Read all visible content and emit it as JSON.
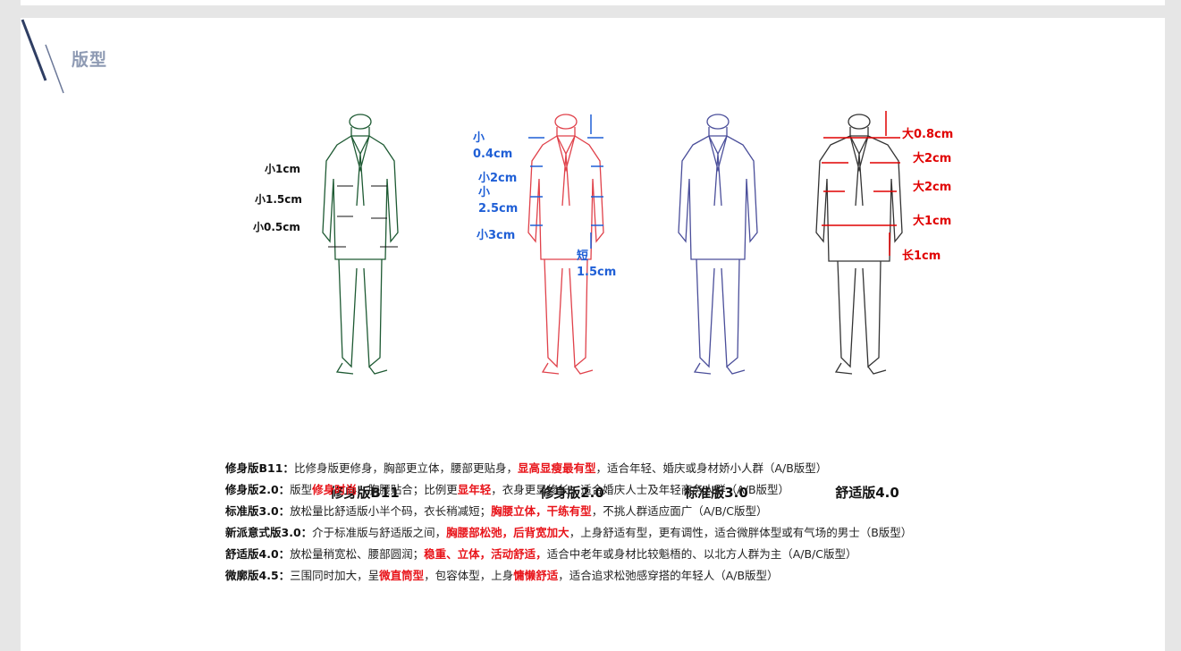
{
  "section": {
    "title": "版型"
  },
  "figures": [
    {
      "caption": "修身版B11",
      "color": "#1e5a33",
      "annotations": [
        "小1cm",
        "小1.5cm",
        "小0.5cm"
      ]
    },
    {
      "caption": "修身版2.0",
      "color": "#e0414a",
      "annotations": [
        "小",
        "0.4cm",
        "小2cm",
        "小",
        "2.5cm",
        "小3cm",
        "短",
        "1.5cm"
      ]
    },
    {
      "caption": "标准版3.0",
      "color": "#4a4e9a",
      "annotations": []
    },
    {
      "caption": "舒适版4.0",
      "color": "#333333",
      "annotations": [
        "大0.8cm",
        "大2cm",
        "大2cm",
        "大1cm",
        "长1cm"
      ]
    }
  ],
  "descriptions": [
    {
      "label": "修身版B11：",
      "segments": [
        {
          "text": "比修身版更修身，胸部更立体，腰部更贴身，",
          "hl": false
        },
        {
          "text": "显高显瘦最有型",
          "hl": true
        },
        {
          "text": "，适合年轻、婚庆或身材娇小人群（A/B版型）",
          "hl": false
        }
      ]
    },
    {
      "label": "修身版2.0：",
      "segments": [
        {
          "text": "版型",
          "hl": false
        },
        {
          "text": "修身时尚",
          "hl": true
        },
        {
          "text": "、胸腰贴合；比例更",
          "hl": false
        },
        {
          "text": "显年轻",
          "hl": true
        },
        {
          "text": "，衣身更显修长；适合婚庆人士及年轻商务人群（A/B版型）",
          "hl": false
        }
      ]
    },
    {
      "label": "标准版3.0：",
      "segments": [
        {
          "text": "放松量比舒适版小半个码，衣长稍减短；",
          "hl": false
        },
        {
          "text": "胸腰立体，干练有型",
          "hl": true
        },
        {
          "text": "，不挑人群适应面广（A/B/C版型）",
          "hl": false
        }
      ]
    },
    {
      "label": "新派意式版3.0：",
      "segments": [
        {
          "text": "介于标准版与舒适版之间，",
          "hl": false
        },
        {
          "text": "胸腰部松弛，后背宽加大",
          "hl": true
        },
        {
          "text": "，上身舒适有型，更有调性，适合微胖体型或有气场的男士（B版型）",
          "hl": false
        }
      ]
    },
    {
      "label": "舒适版4.0：",
      "segments": [
        {
          "text": "放松量稍宽松、腰部圆润；",
          "hl": false
        },
        {
          "text": "稳重、立体，活动舒适，",
          "hl": true
        },
        {
          "text": "适合中老年或身材比较魁梧的、以北方人群为主（A/B/C版型）",
          "hl": false
        }
      ]
    },
    {
      "label": "微廓版4.5：",
      "segments": [
        {
          "text": "三围同时加大，呈",
          "hl": false
        },
        {
          "text": "微直筒型",
          "hl": true
        },
        {
          "text": "，包容体型，上身",
          "hl": false
        },
        {
          "text": "慵懒舒适",
          "hl": true
        },
        {
          "text": "，适合追求松弛感穿搭的年轻人（A/B版型）",
          "hl": false
        }
      ]
    }
  ]
}
